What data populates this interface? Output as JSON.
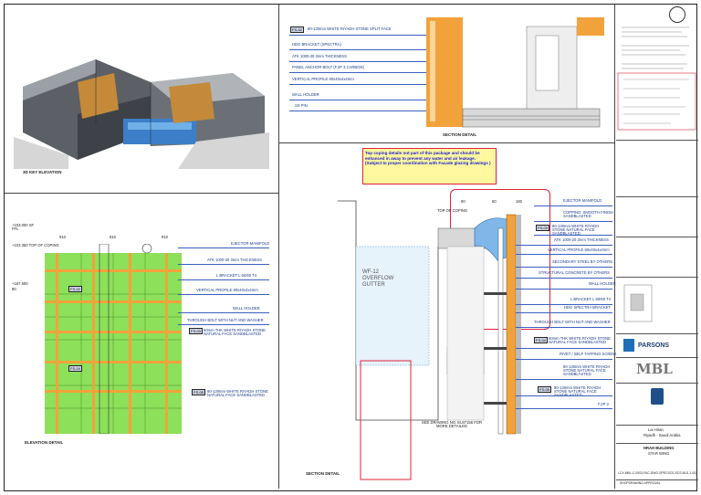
{
  "key_elevation": {
    "label": "3D KEY ELEVATION"
  },
  "elevation_detail": {
    "label": "ELEVATION DETAIL",
    "dimensions": [
      "910",
      "910",
      "910"
    ],
    "levels": [
      "+103.000 SF FFL",
      "+103.350 TOP OF COPING",
      "+167.500",
      "80"
    ],
    "callouts": [
      "EJECTOR MANIFOLD",
      "ATK 1000-20 3mm THICKNESS",
      "L BRACKET L 60/60 T4",
      "VERTICAL PROFILE 80x40x4x4mm",
      "WALL HOLDER",
      "THROUGH BOLT WITH NUT AND WASHER",
      "60mm THK WHITE RIYADH STONE NATURAL FACE SANDBLASTED",
      "80-130mm WHITE RIYADH STONE NATURAL FACE SANDBLASTED"
    ],
    "tags": [
      "FS-02",
      "FS-03",
      "FS-04",
      "FS-05"
    ]
  },
  "section_top": {
    "label": "SECTION DETAIL",
    "callouts": [
      "80-130mm WHITE RIYADH STONE SPLIT FACE",
      "HDG BRACKET (SPECTRA)",
      "ATK 1000-20 3mm THICKNESS",
      "PANEL ANCHOR BOLT (F.2P 3 CARBON)",
      "VERTICAL PROFILE 80x40x4x4mm",
      "WALL HOLDER",
      "SS PIN"
    ],
    "tag": "FS-02"
  },
  "section_main": {
    "label": "SECTION DETAIL",
    "note": "Top coping details not part of this package and should be enhanced in away to prevent any water and air leakage. (Subject to proper coordination with Facade glazing drawings )",
    "gutter_label": "WF-12 OVERFLOW GUTTER",
    "refer_note": "SEE DRAWING NO. EL87156 FOR MORE DETAILED",
    "dims": [
      "80",
      "60",
      "160"
    ],
    "level": "TOP OF COPING",
    "callouts": [
      "EJECTOR MANIFOLD",
      "COPPING: SMOOTH FINISH SANDBLASTED",
      "80-130mm WHITE RIYADH STONE NATURAL FACE SANDBLASTED",
      "ATK 1000-20 3mm THICKNESS",
      "VERTICAL PROFILE 80x40x4x4mm",
      "SECONDARY STEEL BY OTHERS",
      "STRUCTURAL CONCRETE BY OTHERS",
      "WALL HOLDER",
      "L BRACKET L 60/60 T4",
      "HDG SPECTRA BRACKET",
      "THROUGH BOLT WITH NUT AND WASHER",
      "60mm THK WHITE RIYADH STONE NATURAL FACE SANDBLASTED",
      "RIVET / SELF TAPPING SCREW",
      "80-130mm WHITE RIYADH STONE NATURAL FACE SANDBLASTED",
      "80-130mm WHITE RIYADH STONE NATURAL FACE SANDBLASTED",
      "F.2P 3"
    ],
    "tags": [
      "FS-03",
      "FS-03",
      "FS-04",
      "FS-05",
      "FS-05"
    ]
  },
  "title_block": {
    "consultant": "PARSONS",
    "contractor": "MBL",
    "project": "HRAH BUILDING",
    "sub": "STAR WING",
    "drawing_no": "LCX-MBL-C-0003-FAC-DWG-SPECSCS-SCS-BLD-1-002",
    "status": "SHOPDRAWING APPROVAL",
    "client_line1": "Lai Hiran",
    "client_line2": "Riyadh - Saudi Arabia"
  },
  "colors": {
    "stone_green": "#8de05a",
    "steel_orange": "#f2a23a",
    "annotation_blue": "#3a5fbf",
    "glass_blue": "#7fb8e8",
    "note_box": "#fff8a0",
    "redline": "#e0213a"
  }
}
